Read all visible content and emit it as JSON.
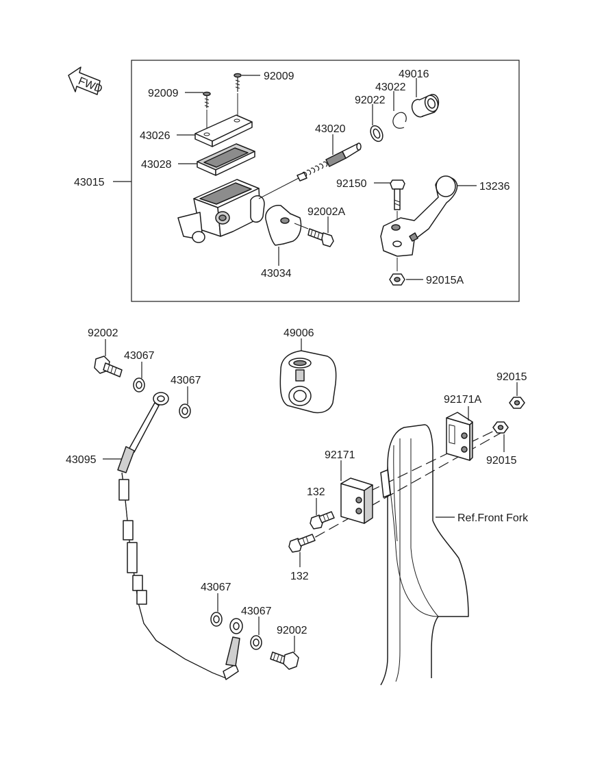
{
  "diagram": {
    "fwd_label": "FWD",
    "reference_label": "Ref.Front Fork",
    "callouts": {
      "c_43015": "43015",
      "c_92009a": "92009",
      "c_92009b": "92009",
      "c_43026": "43026",
      "c_43028": "43028",
      "c_43020": "43020",
      "c_92022": "92022",
      "c_43022": "43022",
      "c_49016": "49016",
      "c_92150": "92150",
      "c_13236": "13236",
      "c_92002a": "92002A",
      "c_43034": "43034",
      "c_92015a": "92015A",
      "c_92002_top": "92002",
      "c_43067_1": "43067",
      "c_43067_2": "43067",
      "c_43095": "43095",
      "c_43067_3": "43067",
      "c_43067_4": "43067",
      "c_92002_bot": "92002",
      "c_49006": "49006",
      "c_92015_1": "92015",
      "c_92171a": "92171A",
      "c_92015_2": "92015",
      "c_92171": "92171",
      "c_132_1": "132",
      "c_132_2": "132"
    }
  }
}
